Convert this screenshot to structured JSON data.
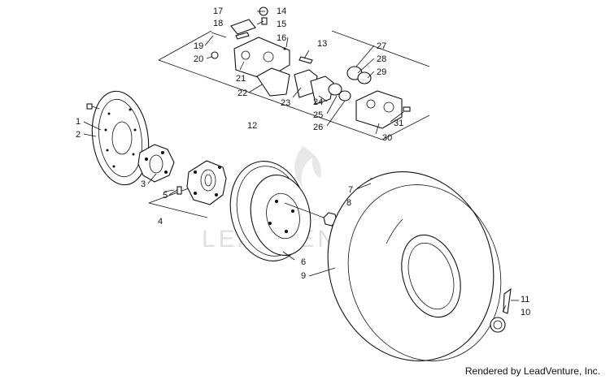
{
  "watermark": {
    "text": "LEADVENTURE"
  },
  "footer": {
    "text": "Rendered by LeadVenture, Inc."
  },
  "callouts": {
    "c1": "1",
    "c2": "2",
    "c3": "3",
    "c4": "4",
    "c5": "5",
    "c6": "6",
    "c7": "7",
    "c8": "8",
    "c9": "9",
    "c10": "10",
    "c11": "11",
    "c12": "12",
    "c13": "13",
    "c14": "14",
    "c15": "15",
    "c16": "16",
    "c17": "17",
    "c18": "18",
    "c19": "19",
    "c20": "20",
    "c21": "21",
    "c22": "22",
    "c23": "23",
    "c24": "24",
    "c25": "25",
    "c26": "26",
    "c27": "27",
    "c28": "28",
    "c29": "29",
    "c30": "30",
    "c31": "31"
  }
}
